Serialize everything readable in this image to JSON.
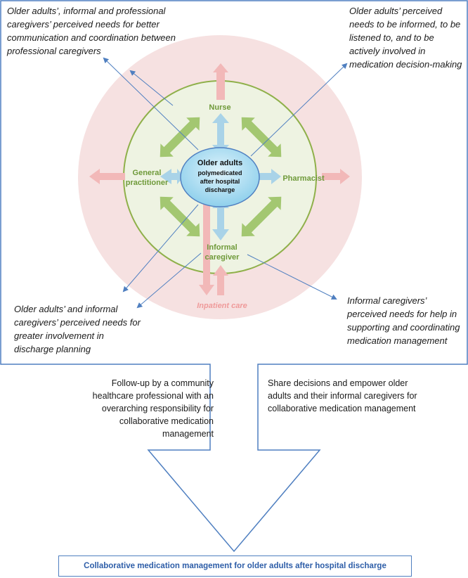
{
  "quotes": {
    "top_left": "Older adults’, informal and professional caregivers’ perceived needs for better communication and coordination between professional caregivers",
    "top_right": "Older adults’ perceived needs to be informed, to be listened to, and to be actively involved in medication decision-making",
    "bottom_left": "Older adults’ and informal caregivers’ perceived needs for greater involvement in discharge planning",
    "bottom_right": "Informal caregivers’ perceived needs for help in supporting and coordinating medication management"
  },
  "roles": {
    "nurse": "Nurse",
    "general_practitioner": "General practitioner",
    "pharmacist": "Pharmacist",
    "informal_caregiver": "Informal caregiver",
    "inpatient_care": "Inpatient care"
  },
  "center": {
    "title": "Older adults",
    "subtitle": "polymedicated after hospital discharge"
  },
  "recommendations": {
    "left": "Follow-up by a community healthcare professional with an overarching responsibility for collaborative medication management",
    "right": "Share decisions and empower older adults and their informal caregivers for collaborative medication management"
  },
  "outcome": "Collaborative medication management for older adults after hospital discharge",
  "colors": {
    "frame_blue": "#4f7fc0",
    "outer_ring": "#f6e1e1",
    "inner_circle": "#eef3e2",
    "inner_border": "#8fb04a",
    "green_arrow": "#a3c771",
    "blue_arrow": "#a9d3e8",
    "pink_arrow": "#f2b8b8",
    "center_fill": "#9fd8ef",
    "role_text": "#6f9a3a",
    "inpatient_text": "#ef9a9a",
    "outcome_text": "#2e5ea8"
  }
}
